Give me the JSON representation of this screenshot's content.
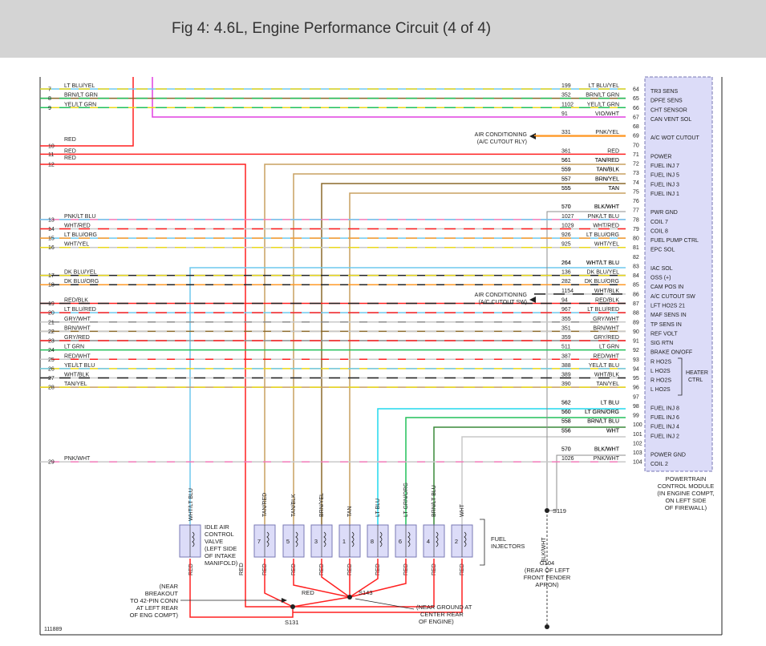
{
  "title": "Fig 4: 4.6L, Engine Performance Circuit (4 of 4)",
  "figure_id": "111889",
  "colors": {
    "red": "#ff2020",
    "lt_blu": "#6ec8ee",
    "brn": "#8b6a2b",
    "yel": "#e8d81c",
    "pnk": "#f07ab8",
    "vio": "#e040e0",
    "orange": "#ff9a28",
    "grn": "#22c05a",
    "blk": "#222222",
    "wht": "#c8c8c8",
    "tan": "#c8a060",
    "gry": "#8c8c8c",
    "module_fill": "#dcdcf8",
    "module_border": "#7a7ab4"
  },
  "wires": [
    {
      "left_pin": "7",
      "left_label": "LT BLU/YEL",
      "circuit": "199",
      "right_label": "LT BLU/YEL",
      "module_pin": "64",
      "function": "TR3 SENS",
      "c1": "lt_blu",
      "c2": "yel"
    },
    {
      "left_pin": "8",
      "left_label": "BRN/LT GRN",
      "circuit": "352",
      "right_label": "BRN/LT GRN",
      "module_pin": "65",
      "function": "DPFE SENS",
      "c1": "brn",
      "c2": "grn"
    },
    {
      "left_pin": "9",
      "left_label": "YEL/LT GRN",
      "circuit": "1102",
      "right_label": "YEL/LT GRN",
      "module_pin": "66",
      "function": "CHT SENSOR",
      "c1": "yel",
      "c2": "grn"
    },
    {
      "circuit": "91",
      "right_label": "VIO/WHT",
      "module_pin": "67",
      "function": "CAN VENT SOL",
      "c1": "vio",
      "c2": "wht"
    },
    {
      "module_pin": "68"
    },
    {
      "circuit": "331",
      "right_label": "PNK/YEL",
      "module_pin": "69",
      "function": "A/C WOT CUTOUT",
      "c1": "orange",
      "c2": "orange"
    },
    {
      "module_pin": "70"
    },
    {
      "left_pin": "11",
      "left_label": "RED",
      "circuit": "361",
      "right_label": "RED",
      "module_pin": "71",
      "function": "POWER",
      "c1": "red",
      "c2": "red"
    },
    {
      "circuit": "561",
      "right_label": "TAN/RED",
      "module_pin": "72",
      "function": "FUEL INJ 7",
      "c1": "tan",
      "c2": "red"
    },
    {
      "circuit": "559",
      "right_label": "TAN/BLK",
      "module_pin": "73",
      "function": "FUEL INJ 5",
      "c1": "tan",
      "c2": "blk"
    },
    {
      "circuit": "557",
      "right_label": "BRN/YEL",
      "module_pin": "74",
      "function": "FUEL INJ 3",
      "c1": "brn",
      "c2": "yel"
    },
    {
      "circuit": "555",
      "right_label": "TAN",
      "module_pin": "75",
      "function": "FUEL INJ 1",
      "c1": "tan",
      "c2": "tan"
    },
    {
      "module_pin": "76"
    },
    {
      "circuit": "570",
      "right_label": "BLK/WHT",
      "module_pin": "77",
      "function": "PWR GND",
      "c1": "blk",
      "c2": "wht"
    },
    {
      "left_pin": "13",
      "left_label": "PNK/LT BLU",
      "circuit": "1027",
      "right_label": "PNK/LT BLU",
      "module_pin": "78",
      "function": "COIL 7",
      "c1": "pnk",
      "c2": "lt_blu"
    },
    {
      "left_pin": "14",
      "left_label": "WHT/RED",
      "circuit": "1029",
      "right_label": "WHT/RED",
      "module_pin": "79",
      "function": "COIL 8",
      "c1": "wht",
      "c2": "red"
    },
    {
      "left_pin": "15",
      "left_label": "LT BLU/ORG",
      "circuit": "926",
      "right_label": "LT BLU/ORG",
      "module_pin": "80",
      "function": "FUEL PUMP CTRL",
      "c1": "lt_blu",
      "c2": "orange"
    },
    {
      "left_pin": "16",
      "left_label": "WHT/YEL",
      "circuit": "925",
      "right_label": "WHT/YEL",
      "module_pin": "81",
      "function": "EPC SOL",
      "c1": "wht",
      "c2": "yel"
    },
    {
      "module_pin": "82"
    },
    {
      "circuit": "264",
      "right_label": "WHT/LT BLU",
      "module_pin": "83",
      "function": "IAC SOL",
      "c1": "lt_blu",
      "c2": "lt_blu"
    },
    {
      "left_pin": "17",
      "left_label": "DK BLU/YEL",
      "circuit": "136",
      "right_label": "DK BLU/YEL",
      "module_pin": "84",
      "function": "OSS (+)",
      "c1": "blk",
      "c2": "yel"
    },
    {
      "left_pin": "18",
      "left_label": "DK BLU/ORG",
      "circuit": "282",
      "right_label": "DK BLU/ORG",
      "module_pin": "85",
      "function": "CAM POS IN",
      "c1": "blk",
      "c2": "orange"
    },
    {
      "circuit": "1154",
      "right_label": "WHT/BLK",
      "module_pin": "86",
      "function": "A/C CUTOUT SW",
      "c1": "wht",
      "c2": "blk"
    },
    {
      "left_pin": "19",
      "left_label": "RED/BLK",
      "circuit": "94",
      "right_label": "RED/BLK",
      "module_pin": "87",
      "function": "LFT HO2S 21",
      "c1": "red",
      "c2": "blk"
    },
    {
      "left_pin": "20",
      "left_label": "LT BLU/RED",
      "circuit": "967",
      "right_label": "LT BLU/RED",
      "module_pin": "88",
      "function": "MAF SENS IN",
      "c1": "lt_blu",
      "c2": "red"
    },
    {
      "left_pin": "21",
      "left_label": "GRY/WHT",
      "circuit": "355",
      "right_label": "GRY/WHT",
      "module_pin": "89",
      "function": "TP SENS IN",
      "c1": "gry",
      "c2": "wht"
    },
    {
      "left_pin": "22",
      "left_label": "BRN/WHT",
      "circuit": "351",
      "right_label": "BRN/WHT",
      "module_pin": "90",
      "function": "REF VOLT",
      "c1": "brn",
      "c2": "wht"
    },
    {
      "left_pin": "23",
      "left_label": "GRY/RED",
      "circuit": "359",
      "right_label": "GRY/RED",
      "module_pin": "91",
      "function": "SIG RTN",
      "c1": "gry",
      "c2": "red"
    },
    {
      "left_pin": "24",
      "left_label": "LT GRN",
      "circuit": "511",
      "right_label": "LT GRN",
      "module_pin": "92",
      "function": "BRAKE ON/OFF",
      "c1": "grn",
      "c2": "grn"
    },
    {
      "left_pin": "25",
      "left_label": "RED/WHT",
      "circuit": "387",
      "right_label": "RED/WHT",
      "module_pin": "93",
      "function": "R HO2S",
      "c1": "red",
      "c2": "wht"
    },
    {
      "left_pin": "26",
      "left_label": "YEL/LT BLU",
      "circuit": "388",
      "right_label": "YEL/LT BLU",
      "module_pin": "94",
      "function": "L HO2S",
      "c1": "yel",
      "c2": "lt_blu"
    },
    {
      "left_pin": "27",
      "left_label": "WHT/BLK",
      "circuit": "389",
      "right_label": "WHT/BLK",
      "module_pin": "95",
      "function": "R HO2S",
      "c1": "wht",
      "c2": "blk"
    },
    {
      "left_pin": "28",
      "left_label": "TAN/YEL",
      "circuit": "390",
      "right_label": "TAN/YEL",
      "module_pin": "96",
      "function": "L HO2S",
      "c1": "tan",
      "c2": "yel"
    },
    {
      "module_pin": "97"
    },
    {
      "circuit": "562",
      "right_label": "LT BLU",
      "module_pin": "98",
      "function": "FUEL INJ 8",
      "c1": "lt_blu",
      "c2": "lt_blu"
    },
    {
      "circuit": "560",
      "right_label": "LT GRN/ORG",
      "module_pin": "99",
      "function": "FUEL INJ 6",
      "c1": "grn",
      "c2": "orange"
    },
    {
      "circuit": "558",
      "right_label": "BRN/LT BLU",
      "module_pin": "100",
      "function": "FUEL INJ 4",
      "c1": "brn",
      "c2": "lt_blu"
    },
    {
      "circuit": "556",
      "right_label": "WHT",
      "module_pin": "101",
      "function": "FUEL INJ 2",
      "c1": "wht",
      "c2": "wht"
    },
    {
      "module_pin": "102"
    },
    {
      "circuit": "570",
      "right_label": "BLK/WHT",
      "module_pin": "103",
      "function": "POWER GND",
      "c1": "blk",
      "c2": "wht"
    },
    {
      "left_pin": "29",
      "left_label": "PNK/WHT",
      "circuit": "1026",
      "right_label": "PNK/WHT",
      "module_pin": "104",
      "function": "COIL 2",
      "c1": "pnk",
      "c2": "wht"
    }
  ],
  "extra_left": [
    {
      "pin": "10",
      "label": "RED"
    },
    {
      "pin": "12",
      "label": "RED"
    }
  ],
  "ac_cutout_rly": {
    "line1": "AIR CONDITIONING",
    "line2": "(A/C CUTOUT RLY)"
  },
  "ac_cutout_sw": {
    "line1": "AIR CONDITIONING",
    "line2": "(A/C CUTOUT SW)"
  },
  "heater_ctrl": {
    "line1": "HEATER",
    "line2": "CTRL"
  },
  "module": {
    "line1": "POWERTRAIN",
    "line2": "CONTROL MODULE",
    "line3": "(IN ENGINE COMPT,",
    "line4": "ON LEFT SIDE",
    "line5": "OF FIREWALL)"
  },
  "iac_valve": {
    "wire": "WHT/LT BLU",
    "line1": "IDLE AIR",
    "line2": "CONTROL",
    "line3": "VALVE",
    "line4": "(LEFT SIDE",
    "line5": "OF INTAKE",
    "line6": "MANIFOLD)",
    "bottom": "RED"
  },
  "injectors": [
    {
      "num": "7",
      "wire": "TAN/RED",
      "bottom": "RED"
    },
    {
      "num": "5",
      "wire": "TAN/BLK",
      "bottom": "RED"
    },
    {
      "num": "3",
      "wire": "BRN/YEL",
      "bottom": "RED"
    },
    {
      "num": "1",
      "wire": "TAN",
      "bottom": "RED"
    },
    {
      "num": "8",
      "wire": "LT BLU",
      "bottom": "RED"
    },
    {
      "num": "6",
      "wire": "LT GRN/ORG",
      "bottom": "RED"
    },
    {
      "num": "4",
      "wire": "BRN/LT BLU",
      "bottom": "RED"
    },
    {
      "num": "2",
      "wire": "WHT",
      "bottom": "RED"
    }
  ],
  "fuel_injectors": {
    "line1": "FUEL",
    "line2": "INJECTORS"
  },
  "splices": {
    "s119": "S119",
    "s131": "S131",
    "s143": "S143",
    "red_left": "RED",
    "red_mid": "RED"
  },
  "ground": {
    "wire": "BLK/WHT",
    "name": "G104",
    "line1": "(REAR OF LEFT",
    "line2": "FRONT FENDER",
    "line3": "APRON)"
  },
  "note_breakout": {
    "line1": "(NEAR",
    "line2": "BREAKOUT",
    "line3": "TO 42-PIN CONN",
    "line4": "AT LEFT REAR",
    "line5": "OF ENG COMPT)"
  },
  "note_ground": {
    "line1": "(NEAR GROUND AT",
    "line2": "CENTER REAR",
    "line3": "OF ENGINE)"
  }
}
